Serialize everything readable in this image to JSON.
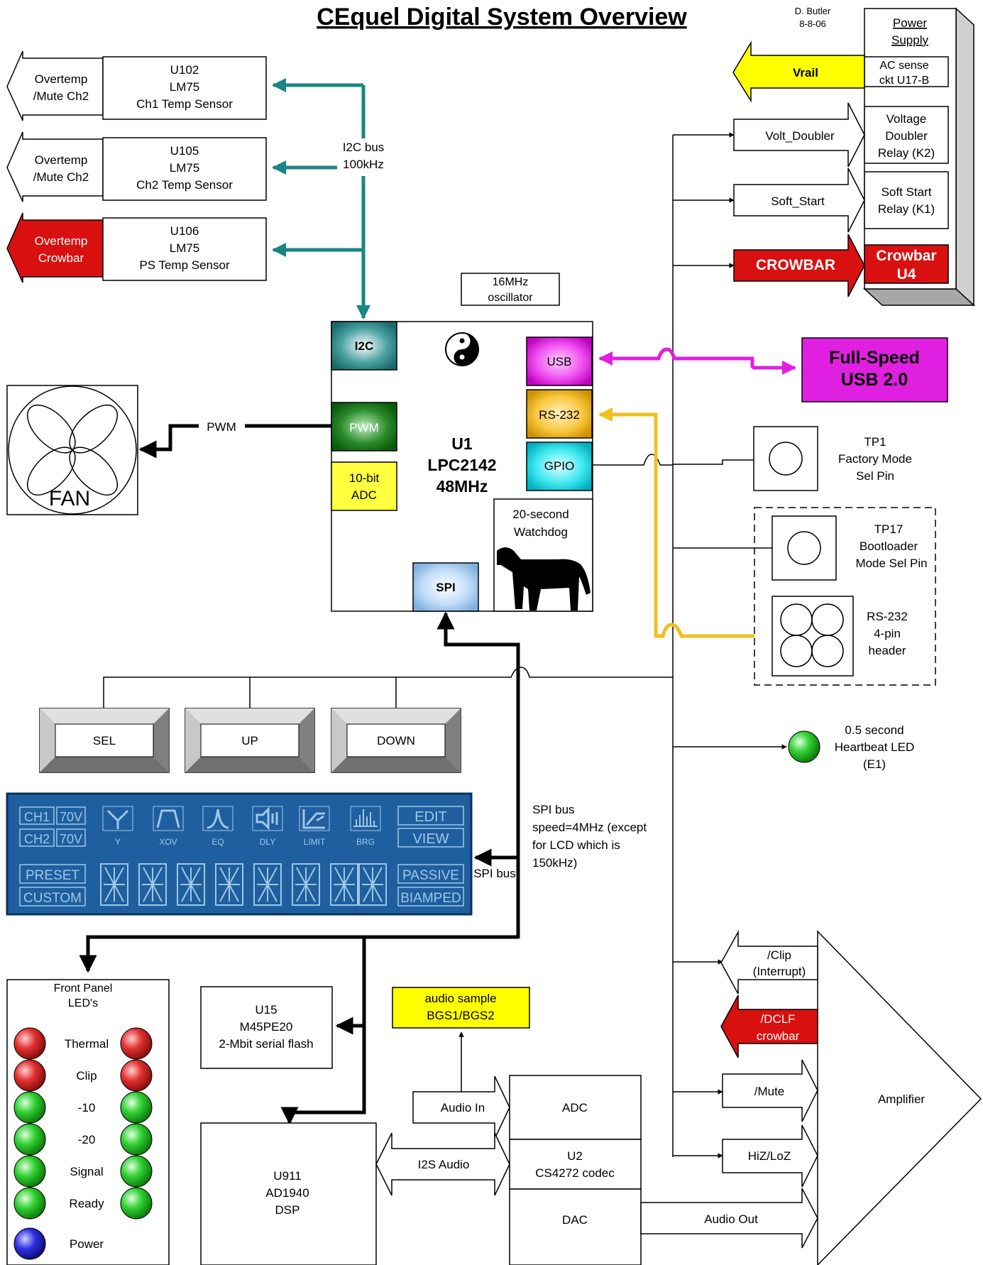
{
  "title": "CEquel Digital System Overview",
  "author": "D. Butler",
  "date": "8-8-06",
  "power_supply": {
    "title_line1": "Power",
    "title_line2": "Supply",
    "ac_line1": "AC sense",
    "ac_line2": "ckt U17-B",
    "vd_line1": "Voltage",
    "vd_line2": "Doubler",
    "vd_line3": "Relay (K2)",
    "ss_line1": "Soft Start",
    "ss_line2": "Relay (K1)",
    "cb_line1": "Crowbar",
    "cb_line2": "U4"
  },
  "signals": {
    "vrail": "Vrail",
    "volt_doubler": "Volt_Doubler",
    "soft_start": "Soft_Start",
    "crowbar": "CROWBAR",
    "pwm": "PWM",
    "i2c_bus_line1": "I2C bus",
    "i2c_bus_line2": "100kHz",
    "spi_bus": "SPI bus",
    "spi_note_line1": "SPI bus",
    "spi_note_line2": "speed=4MHz (except",
    "spi_note_line3": "for LCD which is",
    "spi_note_line4": "150kHz)",
    "audio_in": "Audio In",
    "i2s_audio": "I2S  Audio",
    "audio_out": "Audio Out",
    "clip_line1": "/Clip",
    "clip_line2": "(Interrupt)",
    "dclf_line1": "/DCLF",
    "dclf_line2": "crowbar",
    "mute": "/Mute",
    "hiz": "HiZ/LoZ"
  },
  "sensors": [
    {
      "out_line1": "Overtemp",
      "out_line2": "/Mute Ch2",
      "l1": "U102",
      "l2": "LM75",
      "l3": "Ch1 Temp Sensor"
    },
    {
      "out_line1": "Overtemp",
      "out_line2": "/Mute Ch2",
      "l1": "U105",
      "l2": "LM75",
      "l3": "Ch2 Temp Sensor"
    },
    {
      "out_line1": "Overtemp",
      "out_line2": "Crowbar",
      "l1": "U106",
      "l2": "LM75",
      "l3": "PS Temp Sensor"
    }
  ],
  "mcu": {
    "name_line1": "U1",
    "name_line2": "LPC2142",
    "name_line3": "48MHz",
    "i2c": "I2C",
    "pwm": "PWM",
    "adc_line1": "10-bit",
    "adc_line2": "ADC",
    "usb": "USB",
    "rs232": "RS-232",
    "gpio": "GPIO",
    "spi": "SPI",
    "wd_line1": "20-second",
    "wd_line2": "Watchdog",
    "osc_line1": "16MHz",
    "osc_line2": "oscillator"
  },
  "usb_box": {
    "line1": "Full-Speed",
    "line2": "USB 2.0"
  },
  "fan": "FAN",
  "tp1": {
    "line1": "TP1",
    "line2": "Factory Mode",
    "line3": "Sel Pin"
  },
  "tp17": {
    "line1": "TP17",
    "line2": "Bootloader",
    "line3": "Mode Sel Pin"
  },
  "rs232_header": {
    "line1": "RS-232",
    "line2": "4-pin",
    "line3": "header"
  },
  "heartbeat": {
    "line1": "0.5 second",
    "line2": "Heartbeat LED",
    "line3": "(E1)"
  },
  "buttons": [
    "SEL",
    "UP",
    "DOWN"
  ],
  "lcd": {
    "ch1": "CH1",
    "ch2": "CH2",
    "v1": "70V",
    "v2": "70V",
    "icons": [
      "Y",
      "XOV",
      "EQ",
      "DLY",
      "LIMIT",
      "BRG"
    ],
    "edit": "EDIT",
    "view": "VIEW",
    "preset": "PRESET",
    "custom": "CUSTOM",
    "passive": "PASSIVE",
    "biamped": "BIAMPED"
  },
  "front_panel": {
    "title_line1": "Front Panel",
    "title_line2": "LED's",
    "rows": [
      {
        "label": "Thermal",
        "color": "#e03030"
      },
      {
        "label": "Clip",
        "color": "#e03030"
      },
      {
        "label": "-10",
        "color": "#30d030"
      },
      {
        "label": "-20",
        "color": "#30d030"
      },
      {
        "label": "Signal",
        "color": "#30d030"
      },
      {
        "label": "Ready",
        "color": "#30d030"
      }
    ],
    "power": {
      "label": "Power",
      "color": "#2020d0"
    }
  },
  "flash": {
    "line1": "U15",
    "line2": "M45PE20",
    "line3": "2-Mbit serial flash"
  },
  "audio_sample": {
    "line1": "audio sample",
    "line2": "BGS1/BGS2"
  },
  "dsp": {
    "line1": "U911",
    "line2": "AD1940",
    "line3": "DSP"
  },
  "codec": {
    "adc": "ADC",
    "line1": "U2",
    "line2": "CS4272 codec",
    "dac": "DAC"
  },
  "amplifier": "Amplifier",
  "colors": {
    "i2c_teal": "#1a8585",
    "usb_magenta": "#e020e0",
    "rs232_yellow": "#f0c020",
    "crowbar_red": "#d81010",
    "vrail_yellow": "#ffff00",
    "adc_yellow": "#ffff40",
    "lcd_blue": "#1f5f9f"
  }
}
